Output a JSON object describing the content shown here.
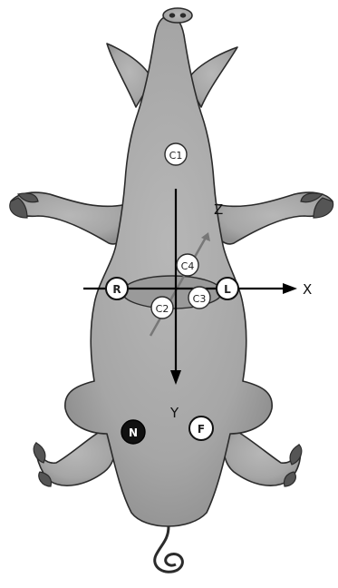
{
  "colors": {
    "body_fill": "#a9a9a9",
    "body_shadow": "#8e8e8e",
    "outline": "#2b2b2b",
    "hoof": "#555555",
    "electrode_fill": "#ffffff",
    "electrode_dark": "#111111",
    "axis_arrow": "#000000",
    "z_arrow": "#777777"
  },
  "axes": {
    "x": "X",
    "y": "Y",
    "z": "Z"
  },
  "electrodes": {
    "c1": "C1",
    "c2": "C2",
    "c3": "C3",
    "c4": "C4",
    "r": "R",
    "l": "L",
    "n": "N",
    "f": "F"
  }
}
